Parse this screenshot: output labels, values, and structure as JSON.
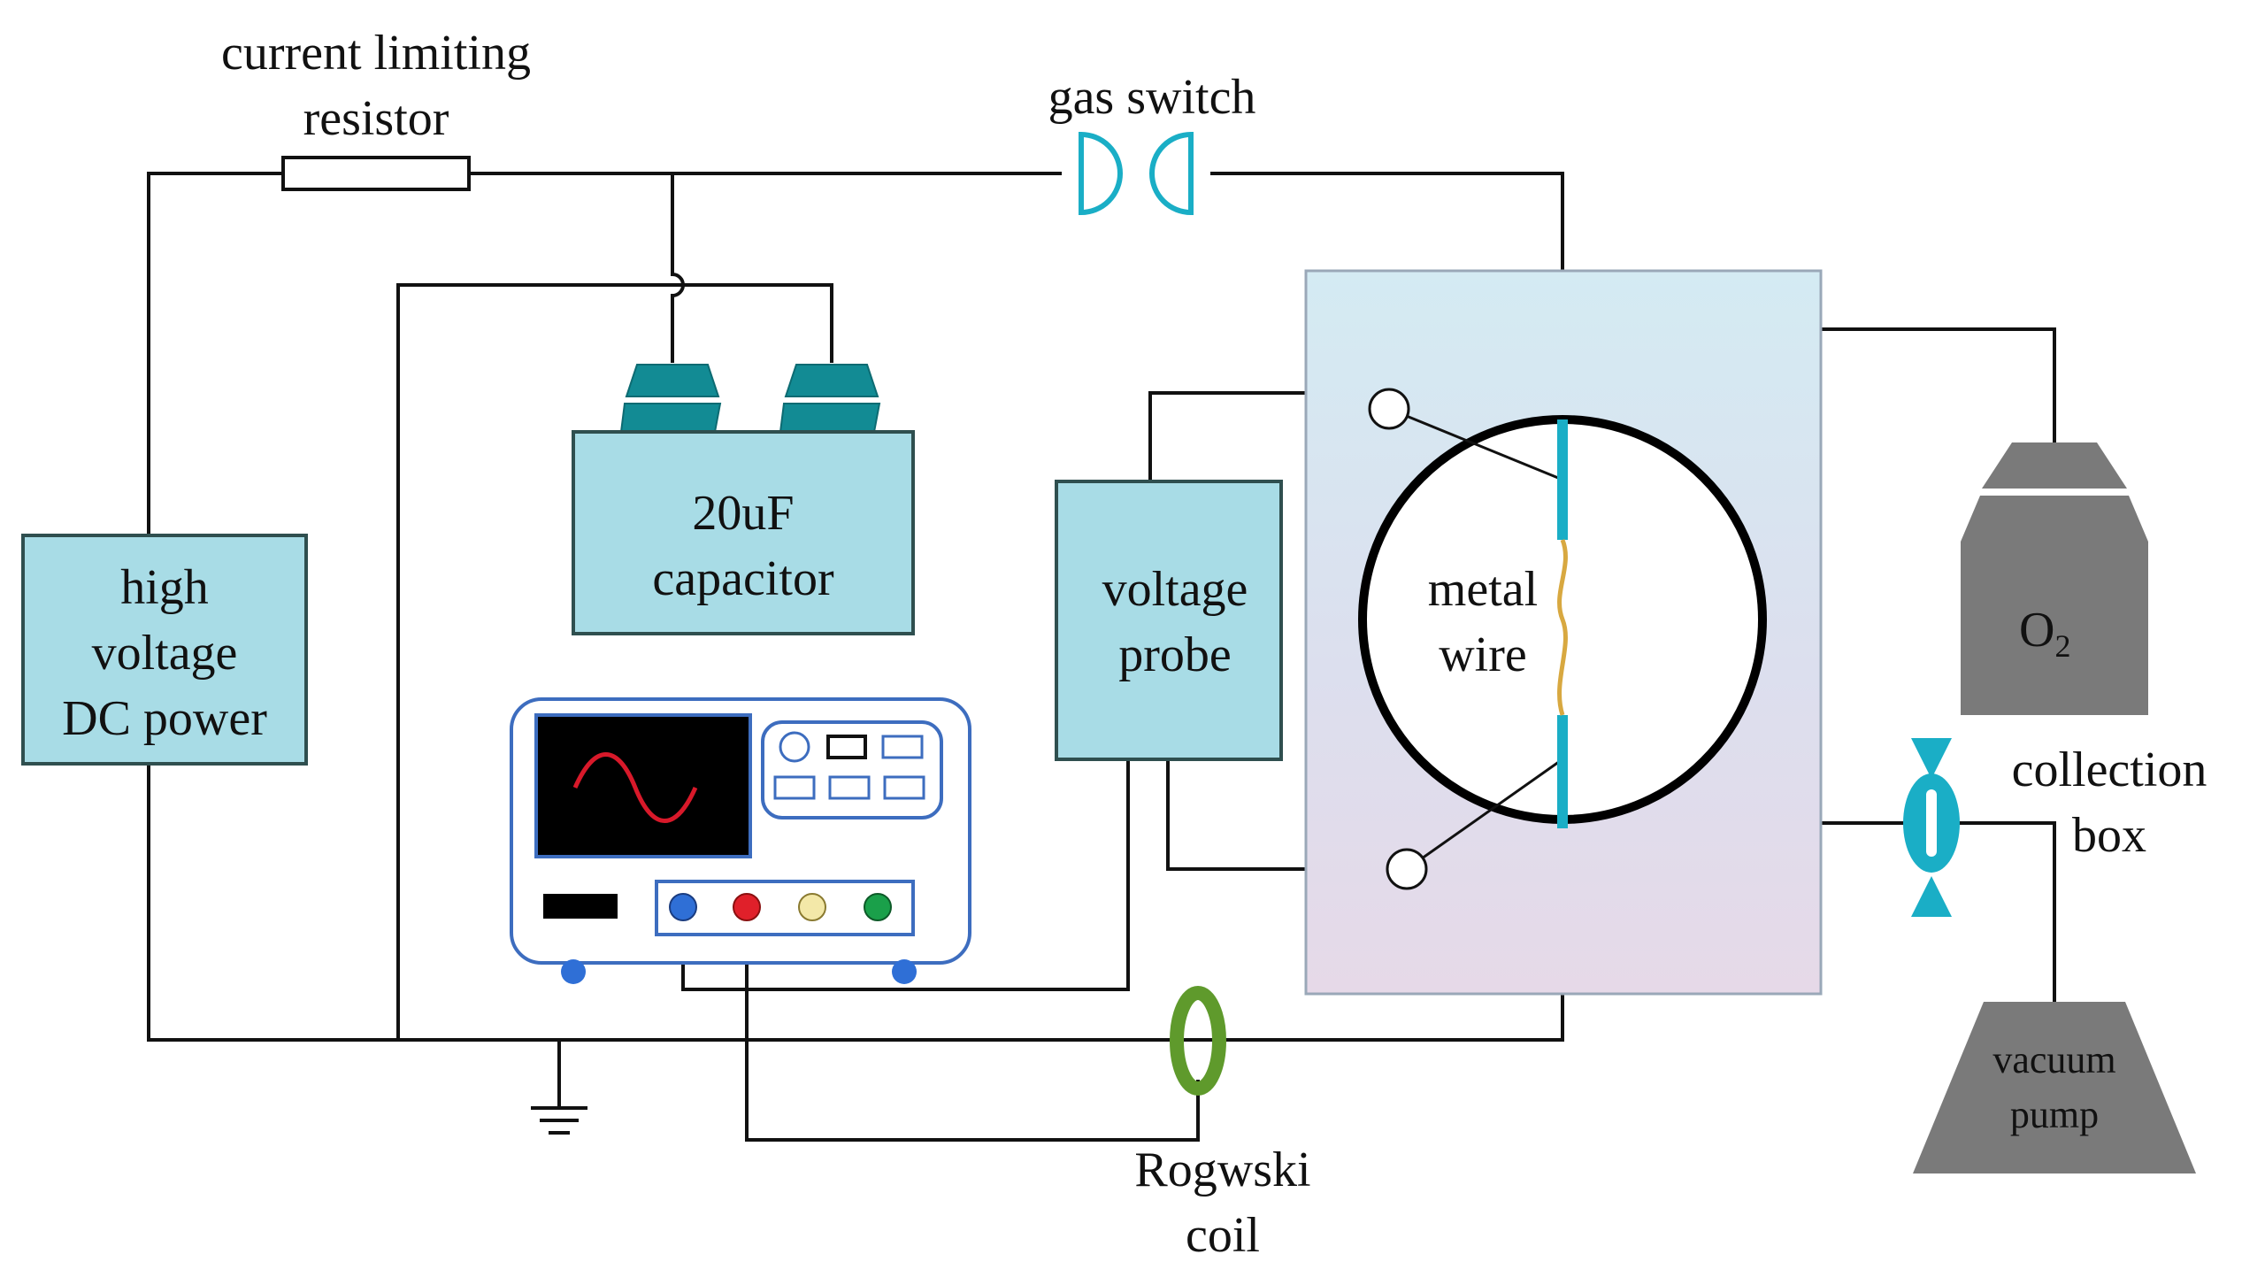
{
  "labels": {
    "resistor_line1": "current limiting",
    "resistor_line2": "resistor",
    "gas_switch": "gas switch",
    "capacitor_line1": "20uF",
    "capacitor_line2": "capacitor",
    "power_line1": "high",
    "power_line2": "voltage",
    "power_line3": "DC power",
    "probe_line1": "voltage",
    "probe_line2": "probe",
    "wire_line1": "metal",
    "wire_line2": "wire",
    "o2_main": "O",
    "o2_sub": "2",
    "collection_line1": "collection",
    "collection_line2": "box",
    "pump_line1": "vacuum",
    "pump_line2": "pump",
    "coil_line1": "Rogwski",
    "coil_line2": "coil"
  },
  "colors": {
    "box_fill": "#a8dce6",
    "box_stroke": "#2f4f4f",
    "teal": "#128b94",
    "cyan": "#1aaec6",
    "gray_device": "#7a7a7a",
    "coil_green": "#5f9a2c",
    "chamber_top": "#d4ebf3",
    "chamber_bottom": "#e4d8e8",
    "scope_border": "#3d6dbf",
    "knob_blue": "#2f6fd6",
    "knob_red": "#e0202a",
    "knob_yellow": "#f3e8a8",
    "knob_green": "#1aa04a",
    "wave": "#d8192a",
    "wire_gold": "#d8a840"
  }
}
